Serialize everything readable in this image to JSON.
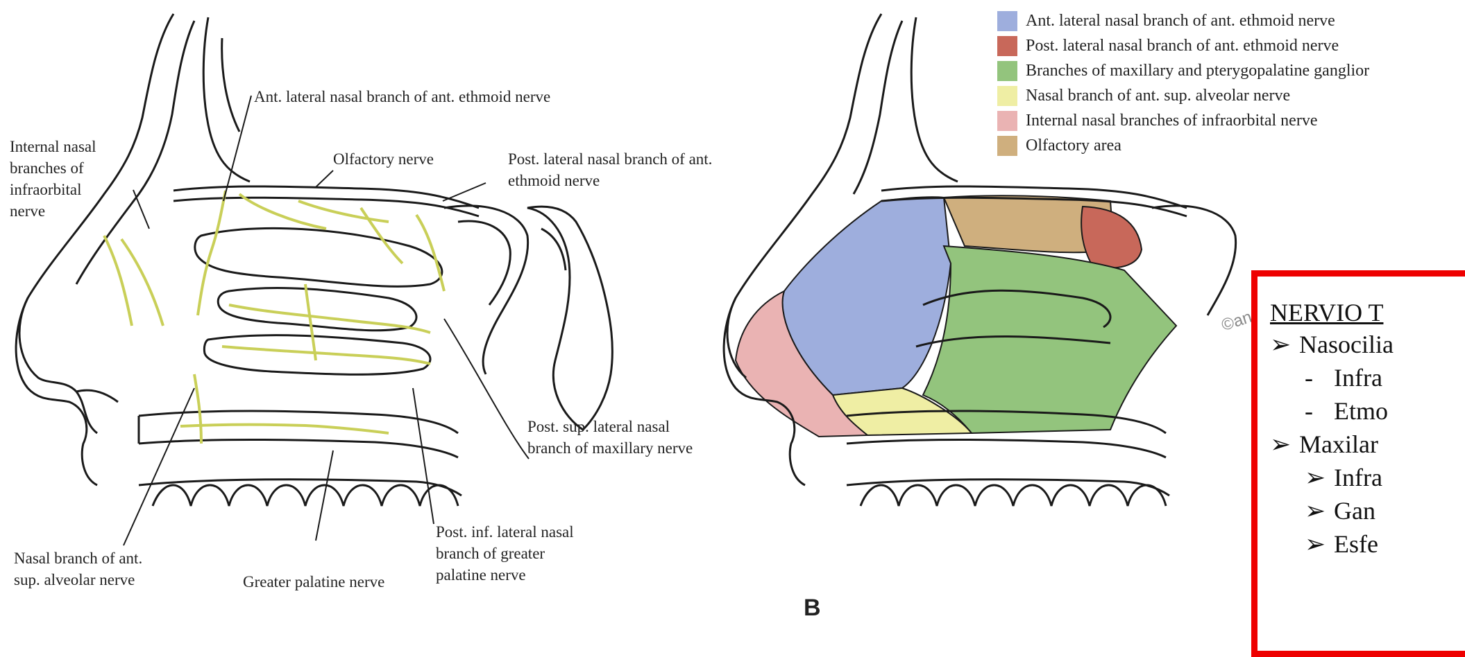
{
  "labels": {
    "internal_nasal_branches": "Internal nasal branches of infraorbital nerve",
    "ant_lateral_nasal_branch": "Ant. lateral nasal branch of ant. ethmoid nerve",
    "olfactory_nerve": "Olfactory nerve",
    "post_lateral_nasal_branch": "Post. lateral nasal branch of ant. ethmoid nerve",
    "post_sup_lateral_nasal_branch": "Post. sup. lateral nasal branch of maxillary nerve",
    "post_inf_lateral_nasal_branch": "Post. inf. lateral nasal branch of greater palatine nerve",
    "greater_palatine_nerve": "Greater palatine nerve",
    "nasal_branch_ant_sup_alveolar": "Nasal branch of ant. sup. alveolar nerve"
  },
  "panel_letter": "B",
  "watermark": "©an",
  "legend": [
    {
      "label": "Ant. lateral nasal branch of ant. ethmoid nerve",
      "color": "#9eaedd"
    },
    {
      "label": "Post. lateral nasal branch of ant. ethmoid nerve",
      "color": "#c8685a"
    },
    {
      "label": "Branches of maxillary and pterygopalatine ganglior",
      "color": "#93c47d"
    },
    {
      "label": "Nasal branch of ant. sup. alveolar nerve",
      "color": "#efeea4"
    },
    {
      "label": "Internal nasal branches of infraorbital nerve",
      "color": "#eab3b3"
    },
    {
      "label": "Olfactory area",
      "color": "#cfaf7e"
    }
  ],
  "red_box": {
    "border_color": "#ee0000",
    "title": "NERVIO T",
    "line1": "Nasocilia",
    "line2": "Infra",
    "line3": "Etmo",
    "line4": "Maxilar",
    "line5": "Infra",
    "line6": "Gan",
    "line7": "Esfe"
  },
  "colors": {
    "nerve": "#c9cf58",
    "bone": "#ffffff",
    "outline": "#1a1a1a"
  }
}
